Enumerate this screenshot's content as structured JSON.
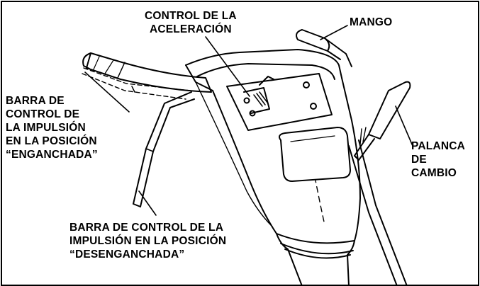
{
  "labels": {
    "throttle": [
      "CONTROL DE LA",
      "ACELERACIÓN"
    ],
    "handle": [
      "MANGO"
    ],
    "engaged_bar": [
      "BARRA DE",
      "CONTROL DE",
      "LA IMPULSIÓN",
      "EN LA POSICIÓN",
      "“ENGANCHADA”"
    ],
    "shift_lever": [
      "PALANCA",
      "DE",
      "CAMBIO"
    ],
    "disengaged_bar": [
      "BARRA DE CONTROL DE LA",
      "IMPULSIÓN EN LA POSICIÓN",
      "“DESENGANCHADA”"
    ]
  },
  "colors": {
    "ink": "#000000",
    "paper": "#ffffff"
  }
}
